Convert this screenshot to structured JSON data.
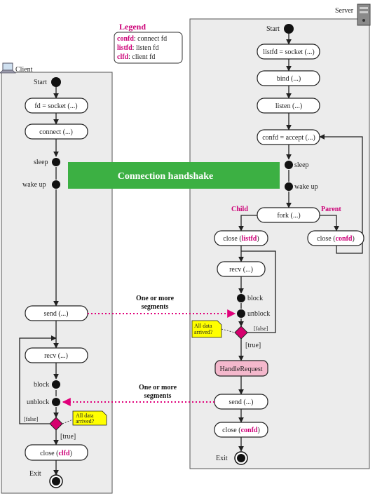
{
  "legend": {
    "title": "Legend",
    "items": [
      {
        "key": "confd",
        "desc": ": connect fd"
      },
      {
        "key": "listfd",
        "desc": ": listen fd"
      },
      {
        "key": "clfd",
        "desc": ": client fd"
      }
    ]
  },
  "client": {
    "title": "Client",
    "start": "Start",
    "fd_socket": "fd = socket (...)",
    "connect": "connect (...)",
    "sleep": "sleep",
    "wake_up": "wake up",
    "send": "send (...)",
    "recv": "recv (...)",
    "block": "block",
    "unblock": "unblock",
    "false_label": "[false]",
    "true_label": "[true]",
    "note": [
      "All data",
      "arrived?"
    ],
    "close_prefix": "close (",
    "close_arg": "clfd",
    "close_suffix": ")",
    "exit": "Exit"
  },
  "server": {
    "title": "Server",
    "start": "Start",
    "listfd_socket": "listfd = socket (...)",
    "bind": "bind (...)",
    "listen": "listen (...)",
    "accept": "confd = accept (...)",
    "sleep": "sleep",
    "wake_up": "wake up",
    "child": "Child",
    "parent": "Parent",
    "fork": "fork (...)",
    "close_child_prefix": "close (",
    "close_child_arg": "listfd",
    "close_child_suffix": ")",
    "close_parent_prefix": "close (",
    "close_parent_arg": "confd",
    "close_parent_suffix": ")",
    "recv": "recv (...)",
    "block": "block",
    "unblock": "unblock",
    "note": [
      "All data",
      "arrived?"
    ],
    "false_label": "[false]",
    "true_label": "[true]",
    "handle": "HandleRequest",
    "send": "send (...)",
    "close_end_prefix": "close (",
    "close_end_arg": "confd",
    "close_end_suffix": ")",
    "exit": "Exit"
  },
  "handshake": "Connection handshake",
  "segments_1": [
    "One or more",
    "segments"
  ],
  "segments_2": [
    "One or more",
    "segments"
  ],
  "colors": {
    "swimlane": "#ececec",
    "green": "#3cb043",
    "pink_text": "#cc0077",
    "diamond": "#d6006e",
    "note": "#ffff00",
    "handle_fill": "#f4b8cc",
    "dotted": "#e0007a"
  }
}
